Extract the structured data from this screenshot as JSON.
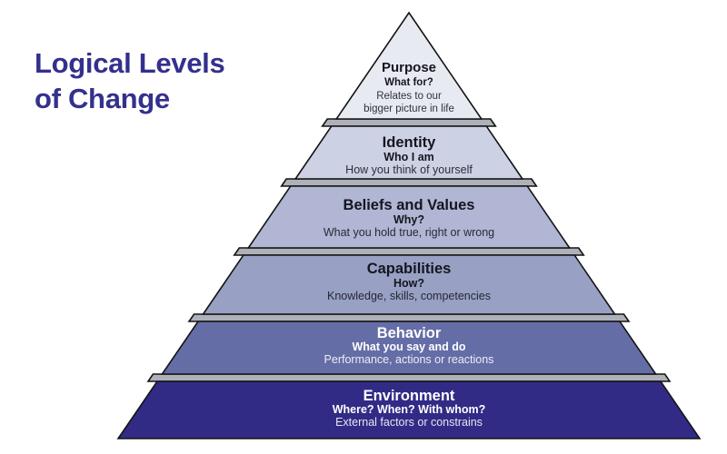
{
  "page": {
    "background": "#ffffff"
  },
  "title": {
    "line1": "Logical Levels",
    "line2": "of Change",
    "color": "#34308e"
  },
  "pyramid": {
    "outline_color": "#141414",
    "slab_color": "#aeb1b9",
    "levels": [
      {
        "title": "Purpose",
        "subtitle": "What for?",
        "description_line_1": "Relates to our",
        "description_line_2": "bigger picture in life",
        "fill": "#e8eaf1",
        "text_color": "#15151f"
      },
      {
        "title": "Identity",
        "subtitle": "Who I am",
        "description": "How you think of yourself",
        "fill": "#cdd1e4",
        "text_color": "#15151f"
      },
      {
        "title": "Beliefs and Values",
        "subtitle": "Why?",
        "description": "What you hold true, right or wrong",
        "fill": "#b0b6d3",
        "text_color": "#15151f"
      },
      {
        "title": "Capabilities",
        "subtitle": "How?",
        "description": "Knowledge, skills, competencies",
        "fill": "#98a0c4",
        "text_color": "#15151f"
      },
      {
        "title": "Behavior",
        "subtitle": "What you say and do",
        "description": "Performance, actions or reactions",
        "fill": "#656da7",
        "text_color": "#ffffff"
      },
      {
        "title": "Environment",
        "subtitle": "Where? When? With whom?",
        "description": "External factors or constrains",
        "fill": "#322b86",
        "text_color": "#ffffff"
      }
    ]
  }
}
